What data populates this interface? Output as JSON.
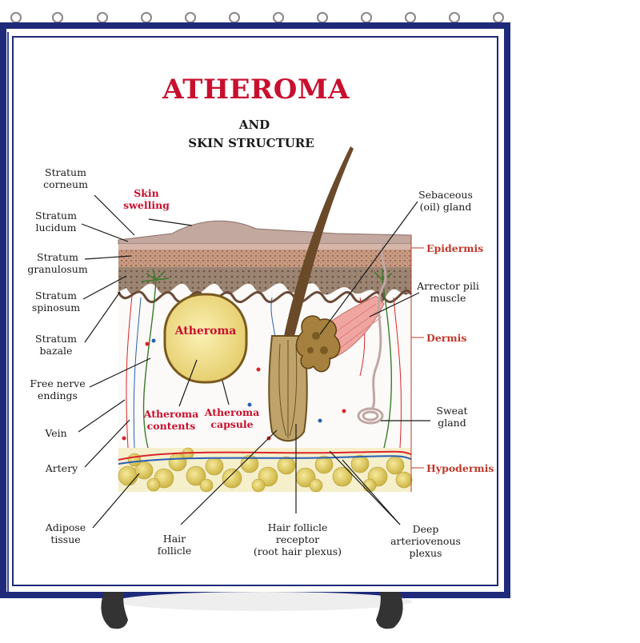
{
  "poster": {
    "title": "ATHEROMA",
    "subtitle_line1": "AND",
    "subtitle_line2": "SKIN STRUCTURE"
  },
  "layers": {
    "epidermis": "Epidermis",
    "dermis": "Dermis",
    "hypodermis": "Hypodermis"
  },
  "center": {
    "atheroma": "Atheroma",
    "skin_swelling": "Skin\nswelling",
    "atheroma_contents": "Atheroma\ncontents",
    "atheroma_capsule": "Atheroma\ncapsule"
  },
  "left_labels": {
    "stratum_corneum": "Stratum\ncorneum",
    "stratum_lucidum": "Stratum\nlucidum",
    "stratum_granulosum": "Stratum\ngranulosum",
    "stratum_spinosum": "Stratum\nspinosum",
    "stratum_bazale": "Stratum\nbazale",
    "free_nerve_endings": "Free nerve\nendings",
    "vein": "Vein",
    "artery": "Artery",
    "adipose_tissue": "Adipose\ntissue"
  },
  "right_labels": {
    "sebaceous_gland": "Sebaceous\n(oil) gland",
    "arrector_pili": "Arrector pili\nmuscle",
    "sweat_gland": "Sweat\ngland",
    "deep_plexus": "Deep\narteriovenous\nplexus"
  },
  "bottom_labels": {
    "hair_follicle": "Hair\nfollicle",
    "hair_follicle_receptor": "Hair follicle\nreceptor\n(root hair plexus)"
  },
  "colors": {
    "frame": "#1f2a7a",
    "title": "#c8102e",
    "epidermis": "#b07a62",
    "fat": "#e6d36a",
    "atheroma_fill": "#f2e08a",
    "capsule": "#8a6a2a"
  }
}
